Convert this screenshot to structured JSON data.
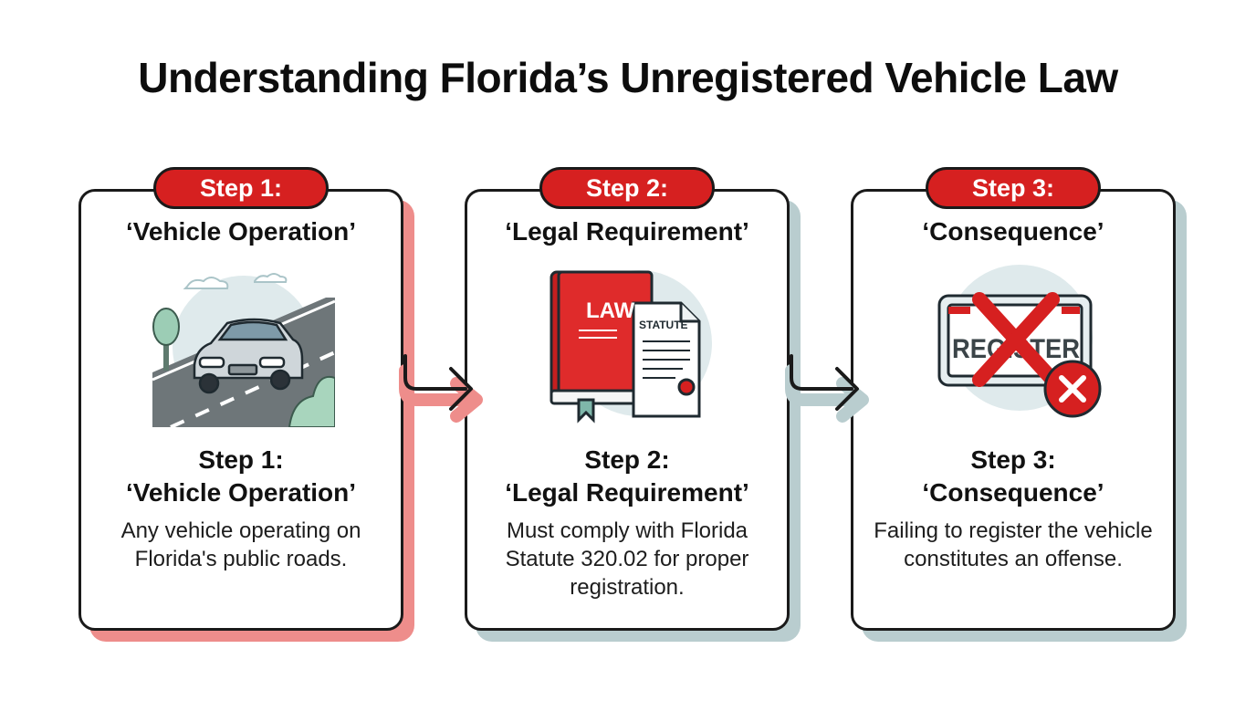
{
  "title": "Understanding Florida’s Unregistered Vehicle Law",
  "colors": {
    "accent_red": "#d62020",
    "shadow_red": "#ee8d8b",
    "shadow_teal": "#b9cdcf",
    "outline": "#1a1a1a"
  },
  "steps": [
    {
      "badge": "Step 1:",
      "title": "‘Vehicle Operation’",
      "step_label": "Step 1:",
      "name": "‘Vehicle Operation’",
      "description": "Any vehicle operating on Florida's public roads.",
      "icon": "car-on-road-icon"
    },
    {
      "badge": "Step 2:",
      "title": "‘Legal Requirement’",
      "step_label": "Step 2:",
      "name": "‘Legal Requirement’",
      "description": "Must comply with Florida Statute 320.02 for proper registration.",
      "icon": "law-book-statute-icon",
      "book_text": "LAW",
      "doc_text": "STATUTE"
    },
    {
      "badge": "Step 3:",
      "title": "‘Consequence’",
      "step_label": "Step 3:",
      "name": "‘Consequence’",
      "description": "Failing to register the vehicle constitutes an offense.",
      "icon": "crossed-out-plate-icon",
      "plate_text": "REGISTER"
    }
  ]
}
